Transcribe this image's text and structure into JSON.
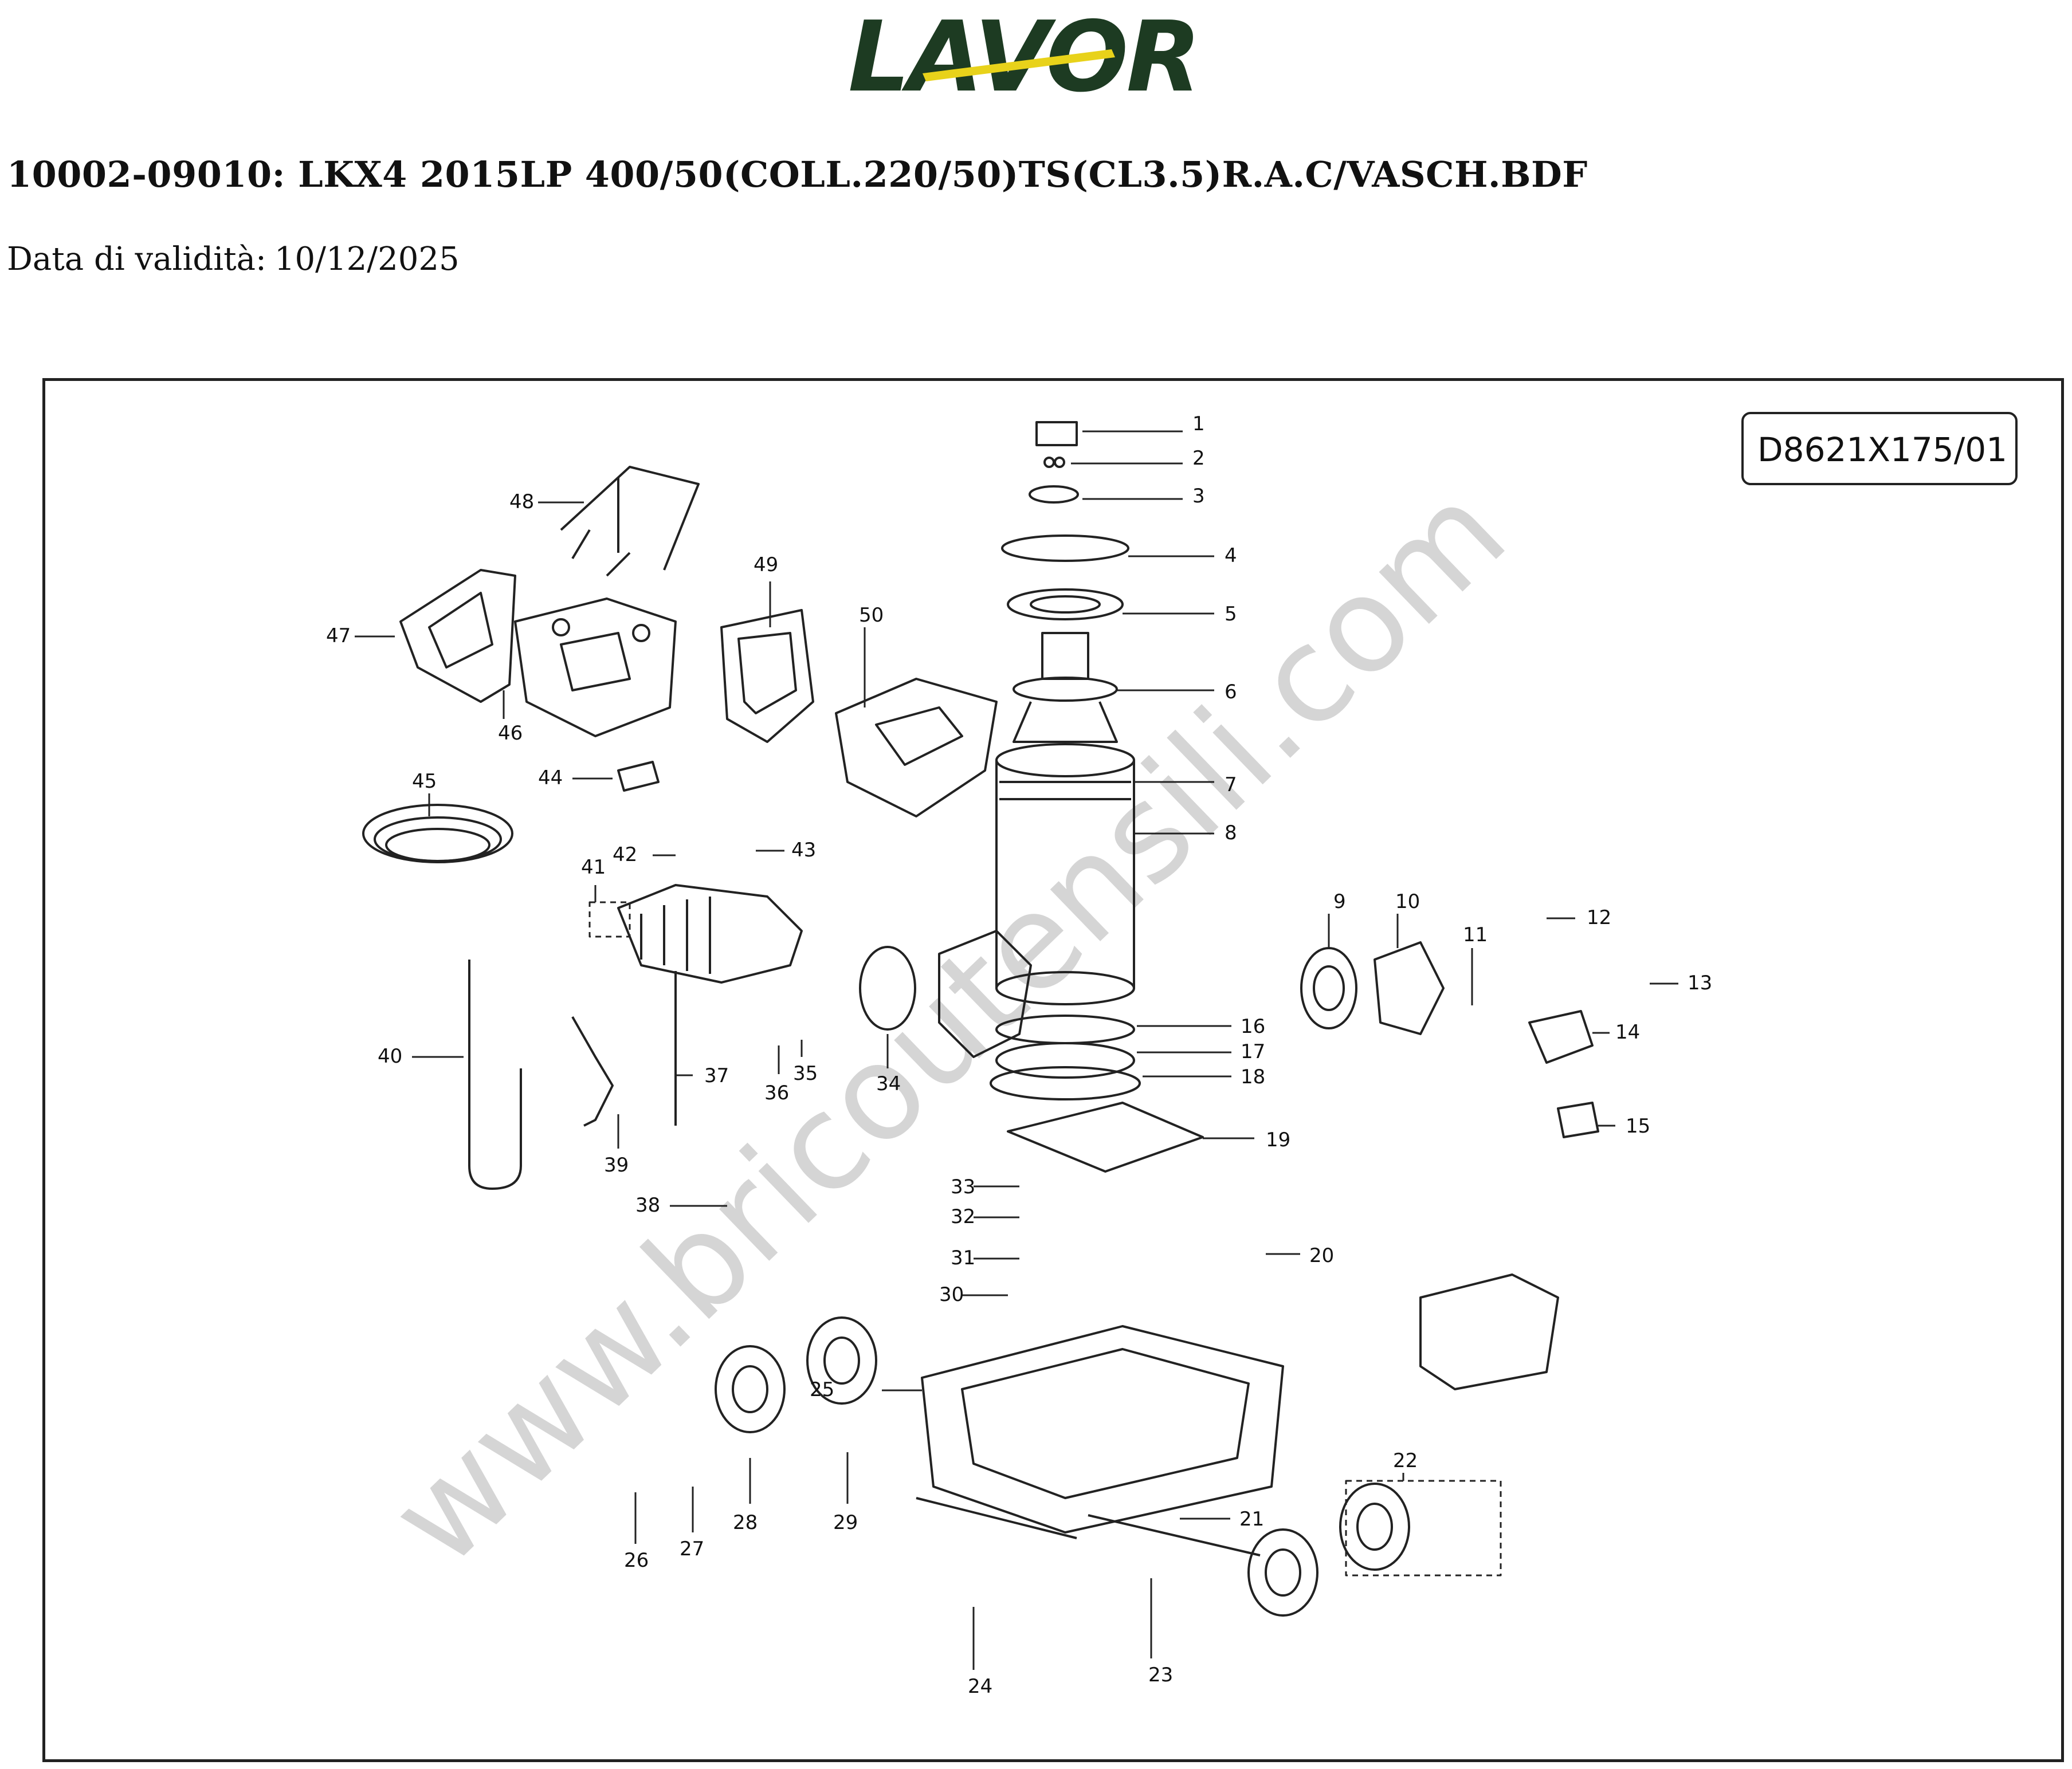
{
  "brand": "LAVOR",
  "brand_colors": {
    "primary": "#1d3b22",
    "accent": "#e8d21a"
  },
  "title": "10002-09010: LKX4 2015LP 400/50(COLL.220/50)TS(CL3.5)R.A.C/VASCH.BDF",
  "validity": {
    "label": "Data di validità:",
    "date": "10/12/2025"
  },
  "diagram": {
    "code": "D8621X175/01",
    "watermark": "www.bricoutensili.com",
    "part_numbers": [
      "1",
      "2",
      "3",
      "4",
      "5",
      "6",
      "7",
      "8",
      "9",
      "10",
      "11",
      "12",
      "13",
      "14",
      "15",
      "16",
      "17",
      "18",
      "19",
      "20",
      "21",
      "22",
      "23",
      "24",
      "25",
      "26",
      "27",
      "28",
      "29",
      "30",
      "31",
      "32",
      "33",
      "34",
      "35",
      "36",
      "37",
      "38",
      "39",
      "40",
      "41",
      "42",
      "43",
      "44",
      "45",
      "46",
      "47",
      "48",
      "49",
      "50"
    ]
  }
}
